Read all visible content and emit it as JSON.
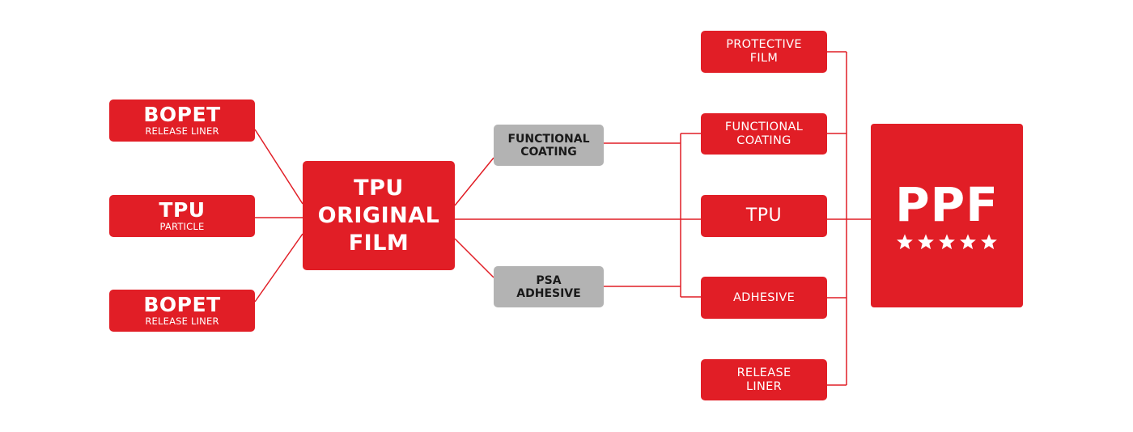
{
  "colors": {
    "brand_red": "#e11e26",
    "neutral_gray": "#b3b3b3",
    "wire_red": "#e11e26"
  },
  "inputs": [
    {
      "title": "BOPET",
      "subtitle": "RELEASE LINER"
    },
    {
      "title": "TPU",
      "subtitle": "PARTICLE"
    },
    {
      "title": "BOPET",
      "subtitle": "RELEASE LINER"
    }
  ],
  "core": {
    "lines": [
      "TPU",
      "ORIGINAL",
      "FILM"
    ]
  },
  "processes": [
    {
      "lines": [
        "FUNCTIONAL",
        "COATING"
      ]
    },
    {
      "lines": [
        "PSA",
        "ADHESIVE"
      ]
    }
  ],
  "layers": [
    {
      "lines": [
        "PROTECTIVE",
        "FILM"
      ]
    },
    {
      "lines": [
        "FUNCTIONAL",
        "COATING"
      ]
    },
    {
      "lines": [
        "TPU"
      ]
    },
    {
      "lines": [
        "ADHESIVE"
      ]
    },
    {
      "lines": [
        "RELEASE",
        "LINER"
      ]
    }
  ],
  "product": {
    "title": "PPF",
    "rating": 5,
    "rating_max": 5,
    "icon": "star-icon"
  },
  "connections": [
    {
      "from": "input-bopet-top",
      "to": "core"
    },
    {
      "from": "input-tpu-particle",
      "to": "core"
    },
    {
      "from": "input-bopet-bottom",
      "to": "core"
    },
    {
      "from": "core",
      "to": "process-functional-coating"
    },
    {
      "from": "core",
      "to": "process-psa-adhesive"
    },
    {
      "from": "core",
      "to": "layer-tpu"
    },
    {
      "from": "process-functional-coating",
      "to": "layer-functional-coating"
    },
    {
      "from": "process-psa-adhesive",
      "to": "layer-adhesive"
    },
    {
      "from": "layers",
      "to": "product-ppf"
    }
  ]
}
